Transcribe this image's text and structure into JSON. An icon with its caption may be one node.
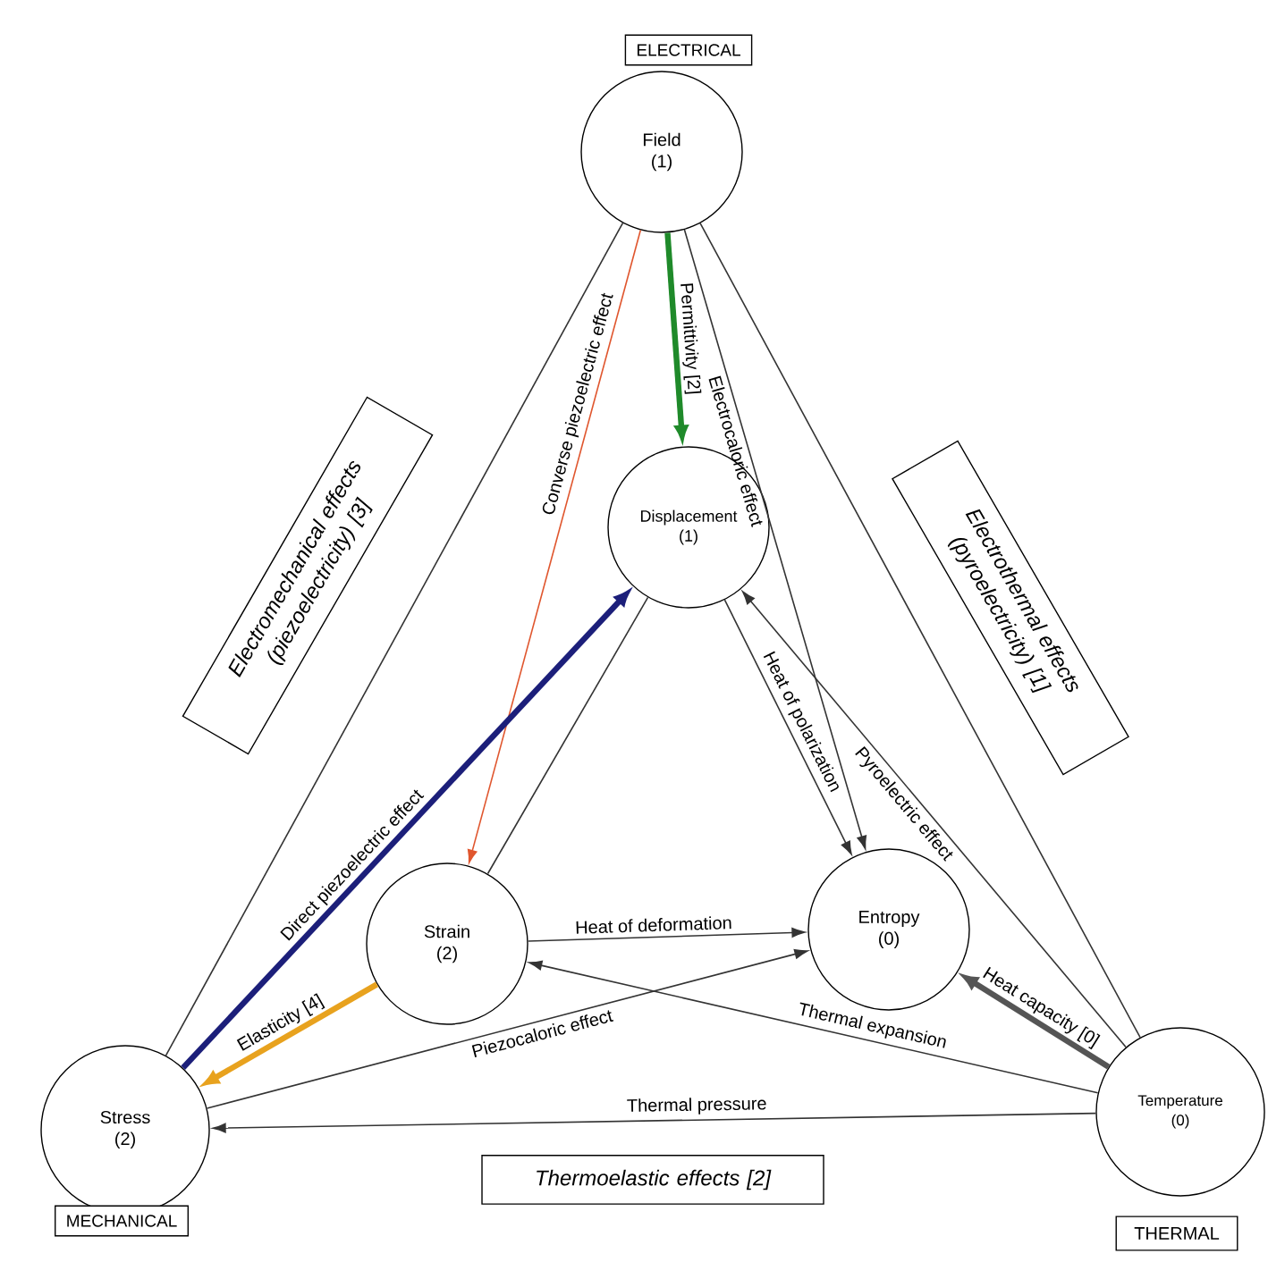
{
  "diagram": {
    "nodes": [
      {
        "text": [
          "Field (1)"
        ]
      },
      {
        "text": [
          "Displacement (1)"
        ]
      },
      {
        "text": [
          "Strain (2)"
        ]
      },
      {
        "text": [
          "Entropy (0)"
        ]
      },
      {
        "text": [
          "Stress (2)"
        ]
      },
      {
        "text": [
          "Temperature (0)"
        ]
      },
      {
        "text": [
          "ELECTRICAL"
        ]
      },
      {
        "text": [
          "Electromechanical effects (piezoelectricity) [3]"
        ]
      },
      {
        "text": [
          "Electrothermal effects (pyroelectricity) [1]"
        ]
      },
      {
        "text": [
          "MECHANICAL"
        ]
      },
      {
        "text": [
          "Thermoelastic effects [2]"
        ]
      },
      {
        "text": [
          "THERMAL"
        ]
      }
    ],
    "edges": [
      {
        "from": 0,
        "to": 1,
        "arrow": "to",
        "label": "Permittivity [2]",
        "style": "thick",
        "color": "#1f8a2a"
      },
      {
        "from": 0,
        "to": 2,
        "arrow": "to",
        "label": "Converse piezoelectric effect",
        "color": "#e0562e"
      },
      {
        "from": 0,
        "to": 3,
        "arrow": "to",
        "label": "Electrocaloric effect"
      },
      {
        "from": 0,
        "to": 4,
        "arrow": "none"
      },
      {
        "from": 0,
        "to": 5,
        "arrow": "none"
      },
      {
        "from": 1,
        "to": 2,
        "arrow": "none"
      },
      {
        "from": 1,
        "to": 3,
        "arrow": "to",
        "label": "Heat of polarization"
      },
      {
        "from": 5,
        "to": 1,
        "arrow": "to",
        "label": "Pyroelectric effect"
      },
      {
        "from": 4,
        "to": 1,
        "arrow": "to",
        "label": "Direct piezoelectric effect",
        "style": "thick",
        "color": "#1c1f7a"
      },
      {
        "from": 2,
        "to": 4,
        "arrow": "to",
        "label": "Elasticity [4]",
        "style": "thick",
        "color": "#e8a21e"
      },
      {
        "from": 2,
        "to": 3,
        "arrow": "to",
        "label": "Heat of deformation"
      },
      {
        "from": 4,
        "to": 3,
        "arrow": "to",
        "label": "Piezocaloric effect"
      },
      {
        "from": 5,
        "to": 2,
        "arrow": "to",
        "label": "Thermal expansion"
      },
      {
        "from": 5,
        "to": 4,
        "arrow": "to",
        "label": "Thermal pressure"
      },
      {
        "from": 5,
        "to": 3,
        "arrow": "to",
        "label": "Heat capacity [0]",
        "style": "thick",
        "color": "#555555"
      }
    ]
  }
}
